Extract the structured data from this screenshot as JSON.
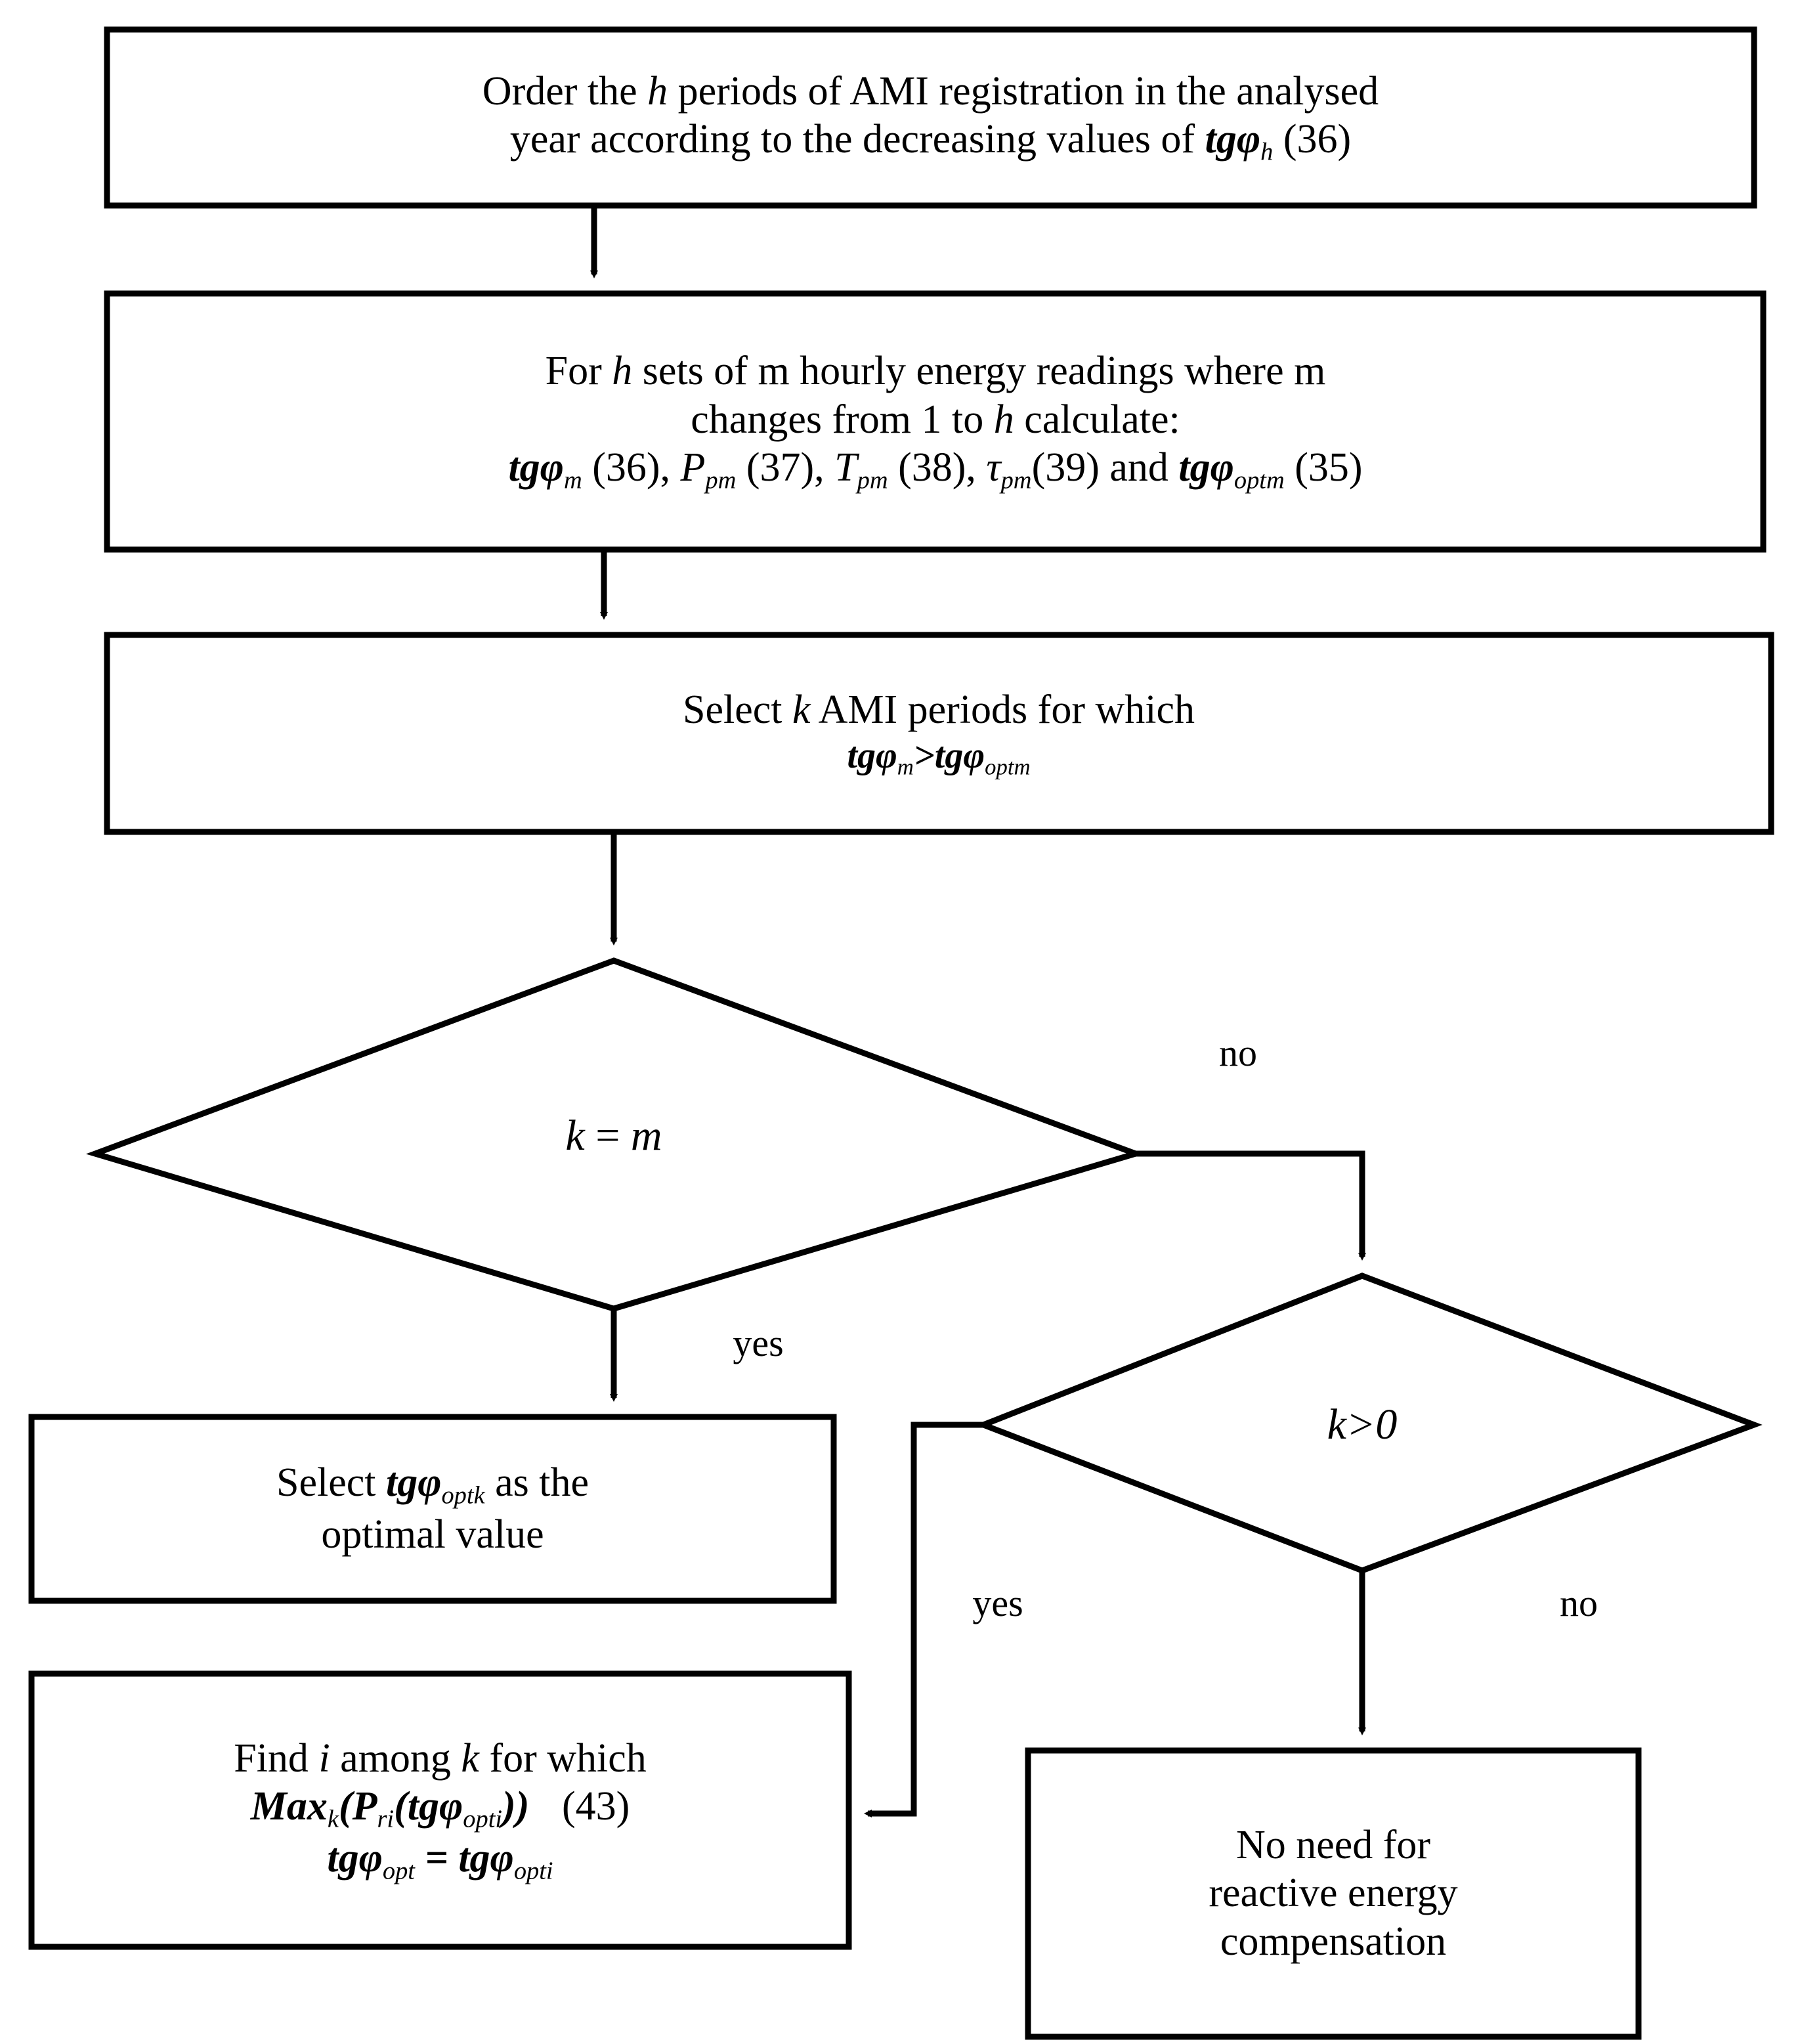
{
  "diagram": {
    "title": "Reactive energy compensation optimisation flowchart",
    "stroke_color": "#000000",
    "fill_color": "#ffffff",
    "text_color": "#000000"
  },
  "nodes": {
    "order_periods": {
      "shape": "process",
      "line1_a": "Order the ",
      "line1_b": "h",
      "line1_c": " periods of AMI registration in the analysed",
      "line2_a": "year according to the decreasing values of ",
      "line2_b": "tgφ",
      "line2_sub": "h",
      "line2_c": " (36)"
    },
    "calculate_sets": {
      "shape": "process",
      "line1_a": "For ",
      "line1_b": "h",
      "line1_c": " sets of m hourly energy readings where m",
      "line2_a": "changes from 1 to ",
      "line2_b": "h",
      "line2_c": " calculate:",
      "line3_t1": "tgφ",
      "line3_t1sub": "m",
      "line3_t1ref": " (36), ",
      "line3_t2": "P",
      "line3_t2sub": "pm",
      "line3_t2ref": " (37), ",
      "line3_t3": "T",
      "line3_t3sub": "pm",
      "line3_t3ref": " (38), ",
      "line3_t4": "τ",
      "line3_t4sub": "pm",
      "line3_t4ref": "(39) and ",
      "line3_t5": "tgφ",
      "line3_t5sub": "optm",
      "line3_t5ref": " (35)"
    },
    "select_k_periods": {
      "shape": "process",
      "line1_a": "Select ",
      "line1_b": "k",
      "line1_c": " AMI periods for which",
      "line2_a": "tgφ",
      "line2_sub1": "m",
      "line2_op": ">",
      "line2_b": "tgφ",
      "line2_sub2": "optm"
    },
    "decision_k_eq_m": {
      "shape": "decision",
      "label_a": "k",
      "label_op": " = ",
      "label_b": "m"
    },
    "decision_k_gt_0": {
      "shape": "decision",
      "label": "k>0"
    },
    "select_optimal": {
      "shape": "process",
      "line1_a": "Select ",
      "line1_b": "tgφ",
      "line1_sub": "optk",
      "line1_c": "  as the",
      "line2": "optimal value"
    },
    "find_i": {
      "shape": "process",
      "line1_a": "Find ",
      "line1_b": "i",
      "line1_c": " among ",
      "line1_d": "k",
      "line1_e": " for which",
      "line2_a": "Max",
      "line2_sub1": "k",
      "line2_b": "(P",
      "line2_sub2": "ri",
      "line2_c": "(tgφ",
      "line2_sub3": "opti",
      "line2_d": "))",
      "line2_ref": "(43)",
      "line3_a": "tgφ",
      "line3_sub1": "opt",
      "line3_op": " = ",
      "line3_b": "tgφ",
      "line3_sub2": "opti"
    },
    "no_compensation": {
      "shape": "process",
      "line1": "No need for",
      "line2": "reactive energy",
      "line3": "compensation"
    }
  },
  "edge_labels": {
    "no_from_k_eq_m": "no",
    "yes_from_k_eq_m": "yes",
    "yes_from_k_gt_0": "yes",
    "no_from_k_gt_0": "no"
  }
}
